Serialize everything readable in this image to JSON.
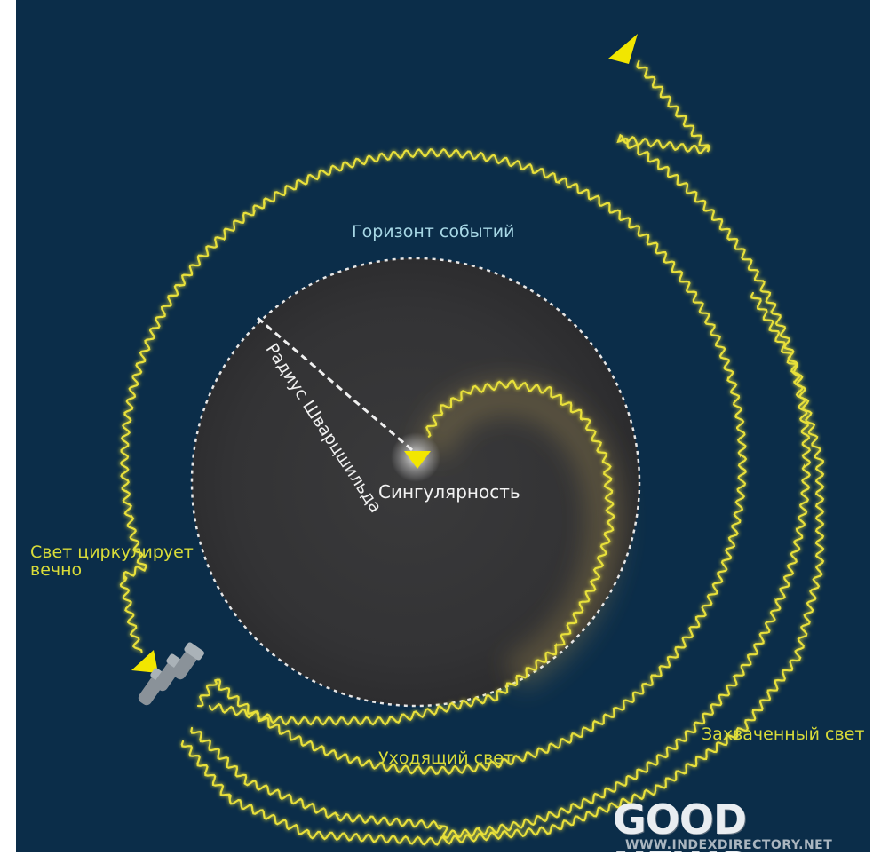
{
  "labels": {
    "event_horizon": "Горизонт событий",
    "schwarzschild_radius": "Радиус Шварцшильда",
    "singularity": "Сингулярность",
    "light_circulates": "Свет циркулирует вечно",
    "escaping_light": "Уходящий свет",
    "captured_light": "Захваченный свет"
  },
  "watermark": {
    "brand": "GOOD NEWS",
    "url": "WWW.INDEXDIRECTORY.NET"
  },
  "colors": {
    "background": "#0b2d49",
    "black_hole": "#333335",
    "light_path": "#e8e03a",
    "horizon_dash": "#e6e6e6",
    "label_cyan": "#a8d8e6",
    "label_yellow": "#d9dc39"
  },
  "icons": [
    "flashlight-icon",
    "arrowhead-icon"
  ]
}
